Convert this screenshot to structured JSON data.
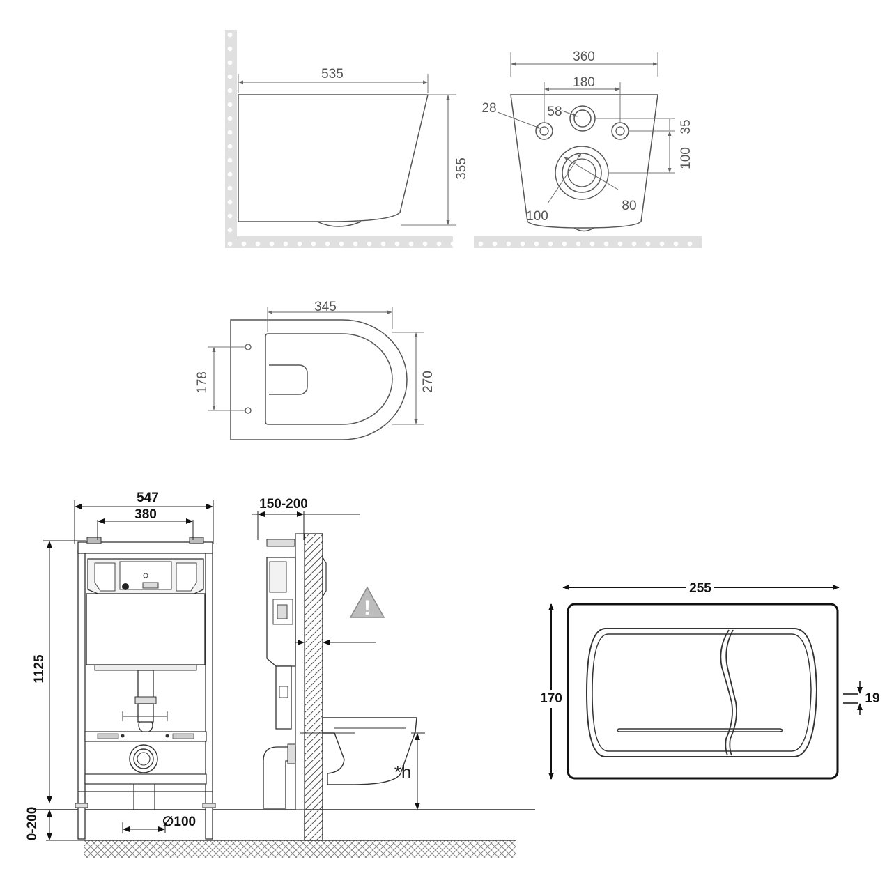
{
  "side_view": {
    "width_label": "535",
    "height_label": "355"
  },
  "rear_view": {
    "width_label": "360",
    "spacing_label": "180",
    "small_hole_label": "28",
    "inlet_label": "58",
    "offset_label": "35",
    "drop_label": "100",
    "outlet_outer_label": "100",
    "outlet_inner_label": "80"
  },
  "top_view": {
    "length_label": "345",
    "width_label": "270",
    "bolt_spacing_label": "178"
  },
  "frame_front": {
    "width_label": "547",
    "inner_width_label": "380",
    "height_label": "1125",
    "leg_label": "0-200",
    "pipe_label": "∅100"
  },
  "frame_side": {
    "depth_label": "150-200",
    "height_note": "*h",
    "warning_symbol": "!"
  },
  "flush_plate": {
    "width_label": "255",
    "height_label": "170",
    "depth_label": "19"
  }
}
